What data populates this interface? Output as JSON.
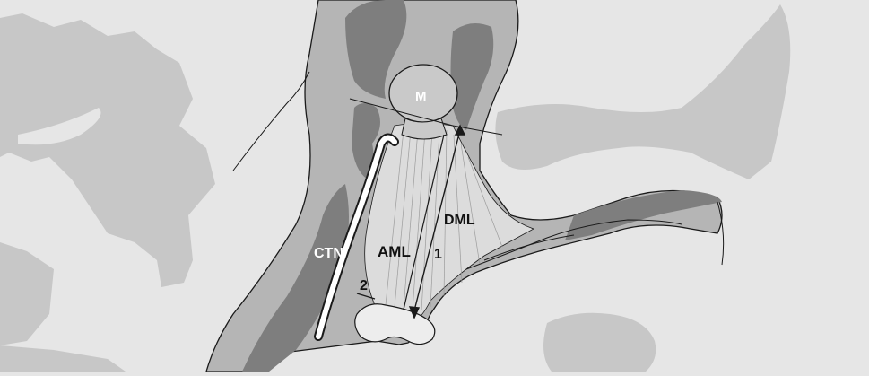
{
  "diagram": {
    "labels": {
      "malleus": "M",
      "chorda_tympani": "CTN",
      "anterior_ligament": "AML",
      "dorsal_ligament": "DML",
      "marker_1": "1",
      "marker_2": "2"
    },
    "colors": {
      "background": "#e6e6e6",
      "light_region": "#c7c7c7",
      "mid_region": "#b5b5b5",
      "dark_region": "#7e7e7e",
      "ligament_fill": "#dcdcdc",
      "outline": "#1a1a1a",
      "label_light": "#ffffff",
      "label_dark": "#111111"
    }
  }
}
